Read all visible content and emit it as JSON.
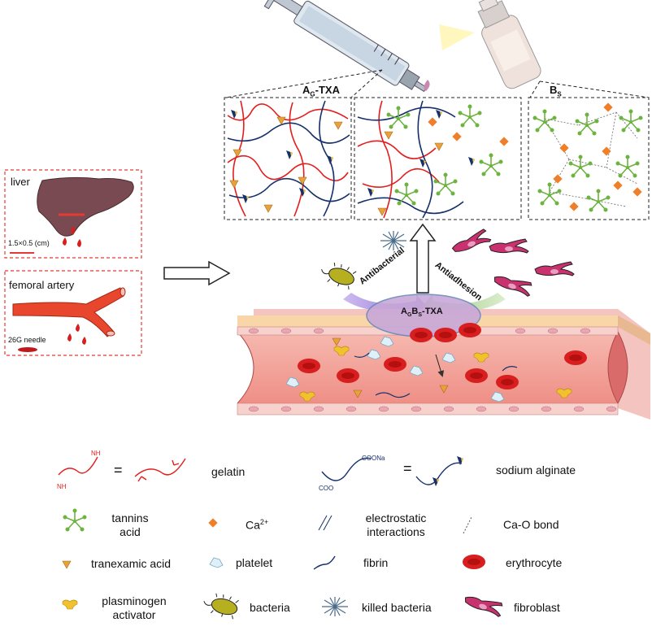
{
  "organ_panel": {
    "liver_label": "liver",
    "scale_label": "1.5×0.5  (cm)",
    "artery_label": "femoral artery",
    "needle_label": "26G needle"
  },
  "gel_panels": {
    "panel1_title": "A",
    "panel1_sub": "G",
    "panel1_suffix": "-TXA",
    "panel3_title": "B",
    "panel3_sub": "S"
  },
  "wound": {
    "dressing_title": "A",
    "dressing_sub1": "G",
    "dressing_mid": "B",
    "dressing_sub2": "S",
    "dressing_suffix": "-TXA",
    "antibacterial_label": "Antibacterial",
    "antiadhesion_label": "Antiadhesion"
  },
  "legend": {
    "nh_top": "NH",
    "nh_bottom": "NH",
    "equals": "=",
    "gelatin": "gelatin",
    "coona": "COONa",
    "coo": "COO",
    "sodium_alginate": "sodium alginate",
    "tannins_line1": "tannins",
    "tannins_line2": "acid",
    "ca_base": "Ca",
    "ca_sup": "2+",
    "electro_line1": "electrostatic",
    "electro_line2": "interactions",
    "cao_bond": "Ca-O bond",
    "tranexamic": "tranexamic acid",
    "platelet": "platelet",
    "fibrin": "fibrin",
    "erythrocyte": "erythrocyte",
    "plasminogen_line1": "plasminogen",
    "plasminogen_line2": "activator",
    "bacteria": "bacteria",
    "killed_bacteria": "killed bacteria",
    "fibroblast": "fibroblast"
  },
  "colors": {
    "gelatin_red": "#e31d1d",
    "alginate_blue": "#16306b",
    "tannin_green": "#6db33f",
    "calcium_orange": "#f07f2a",
    "txa_orange": "#e8a23c",
    "erythrocyte_red": "#d81e1e",
    "vessel_pink": "#f4a9a0",
    "dashed_red": "#e53935"
  }
}
